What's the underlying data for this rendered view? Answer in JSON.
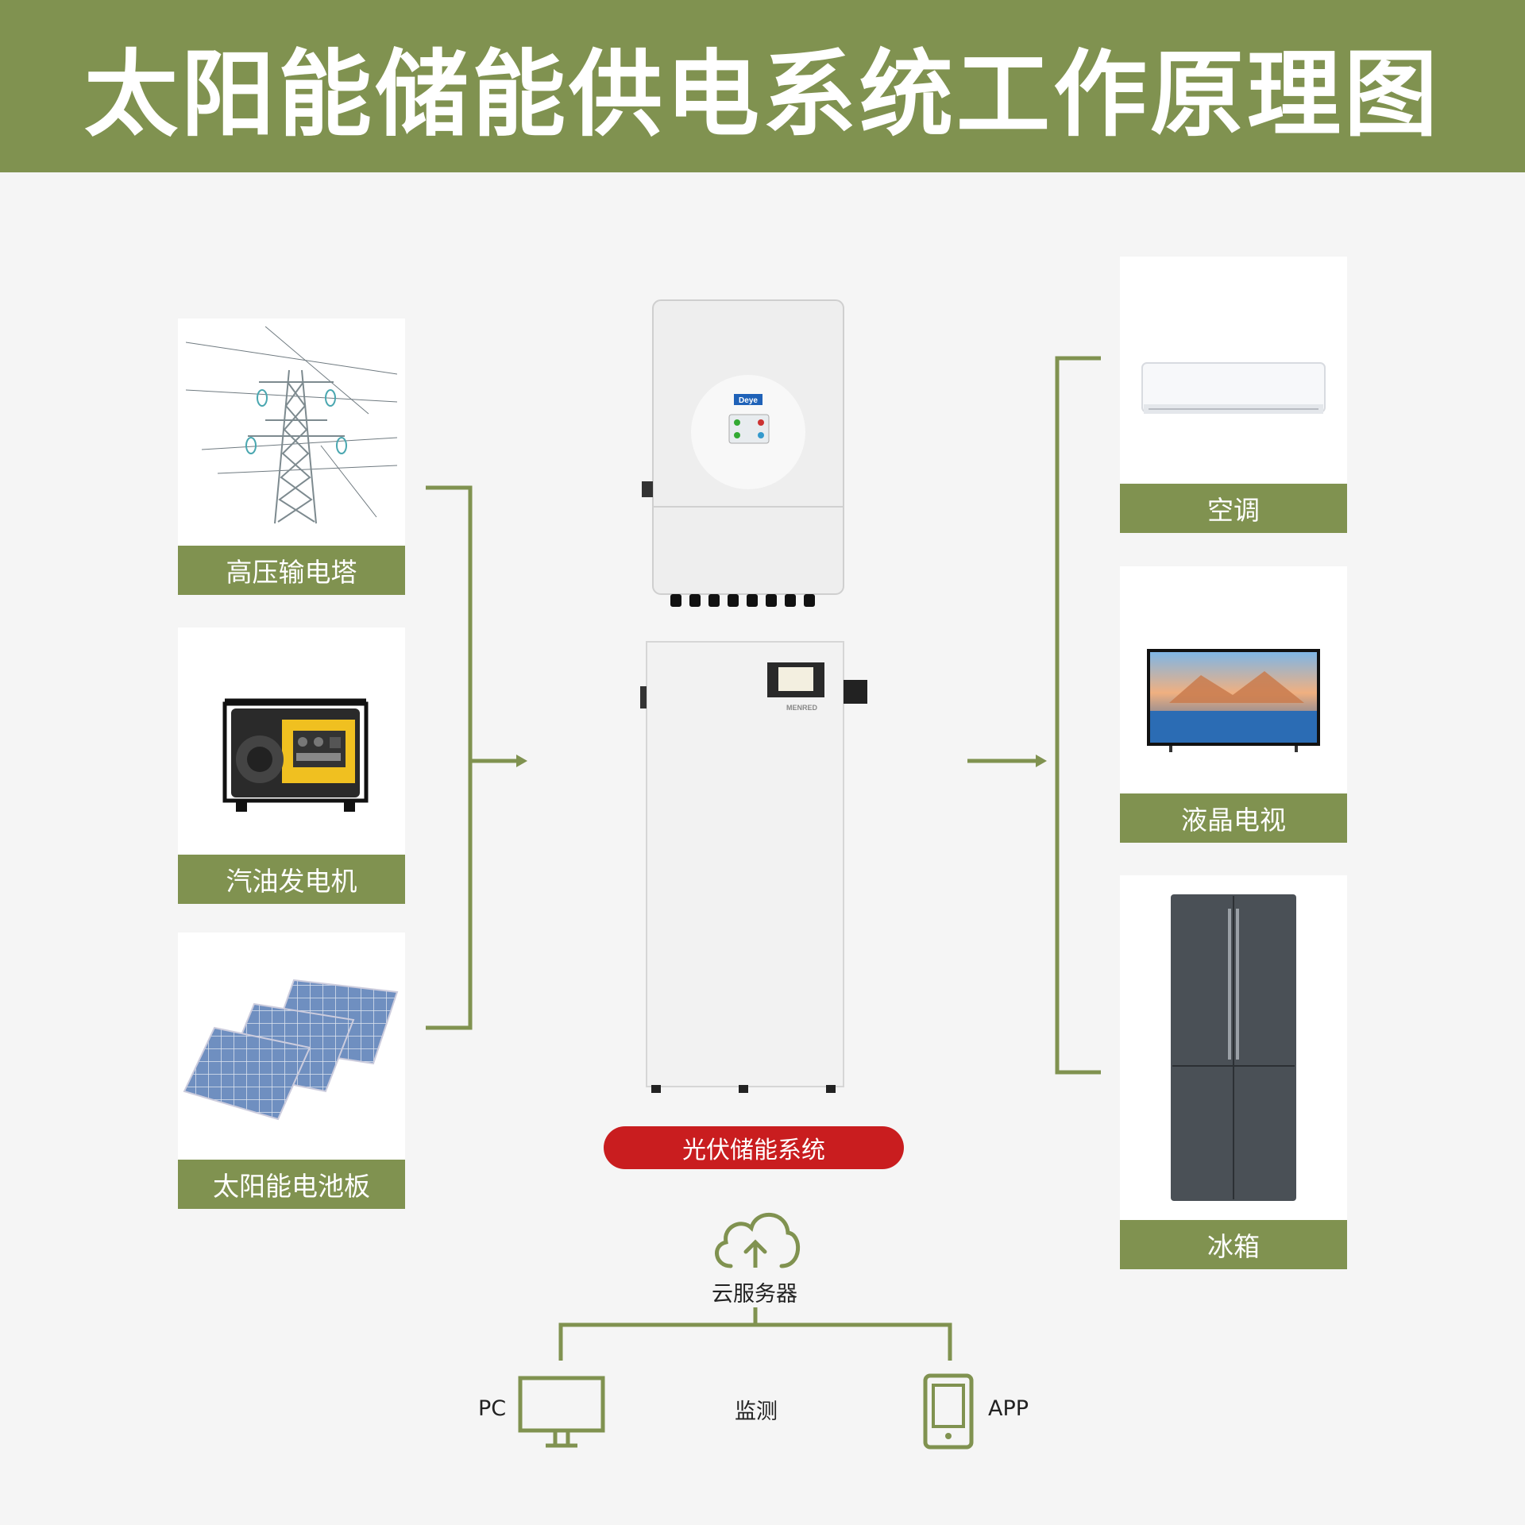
{
  "title": "太阳能储能供电系统工作原理图",
  "sources": [
    {
      "label": "高压输电塔",
      "icon": "power-tower-icon"
    },
    {
      "label": "汽油发电机",
      "icon": "generator-icon"
    },
    {
      "label": "太阳能电池板",
      "icon": "solar-panel-icon"
    }
  ],
  "loads": [
    {
      "label": "空调",
      "icon": "air-conditioner-icon"
    },
    {
      "label": "液晶电视",
      "icon": "tv-icon"
    },
    {
      "label": "冰箱",
      "icon": "refrigerator-icon"
    }
  ],
  "center": {
    "inverter_brand": "Deye",
    "battery_brand": "MENRED",
    "system_label": "光伏储能系统"
  },
  "monitoring": {
    "cloud_label": "云服务器",
    "pc_label": "PC",
    "monitor_label": "监测",
    "app_label": "APP"
  },
  "colors": {
    "accent": "#809250",
    "system_label_bg": "#c91d1f",
    "background": "#f5f5f5"
  }
}
